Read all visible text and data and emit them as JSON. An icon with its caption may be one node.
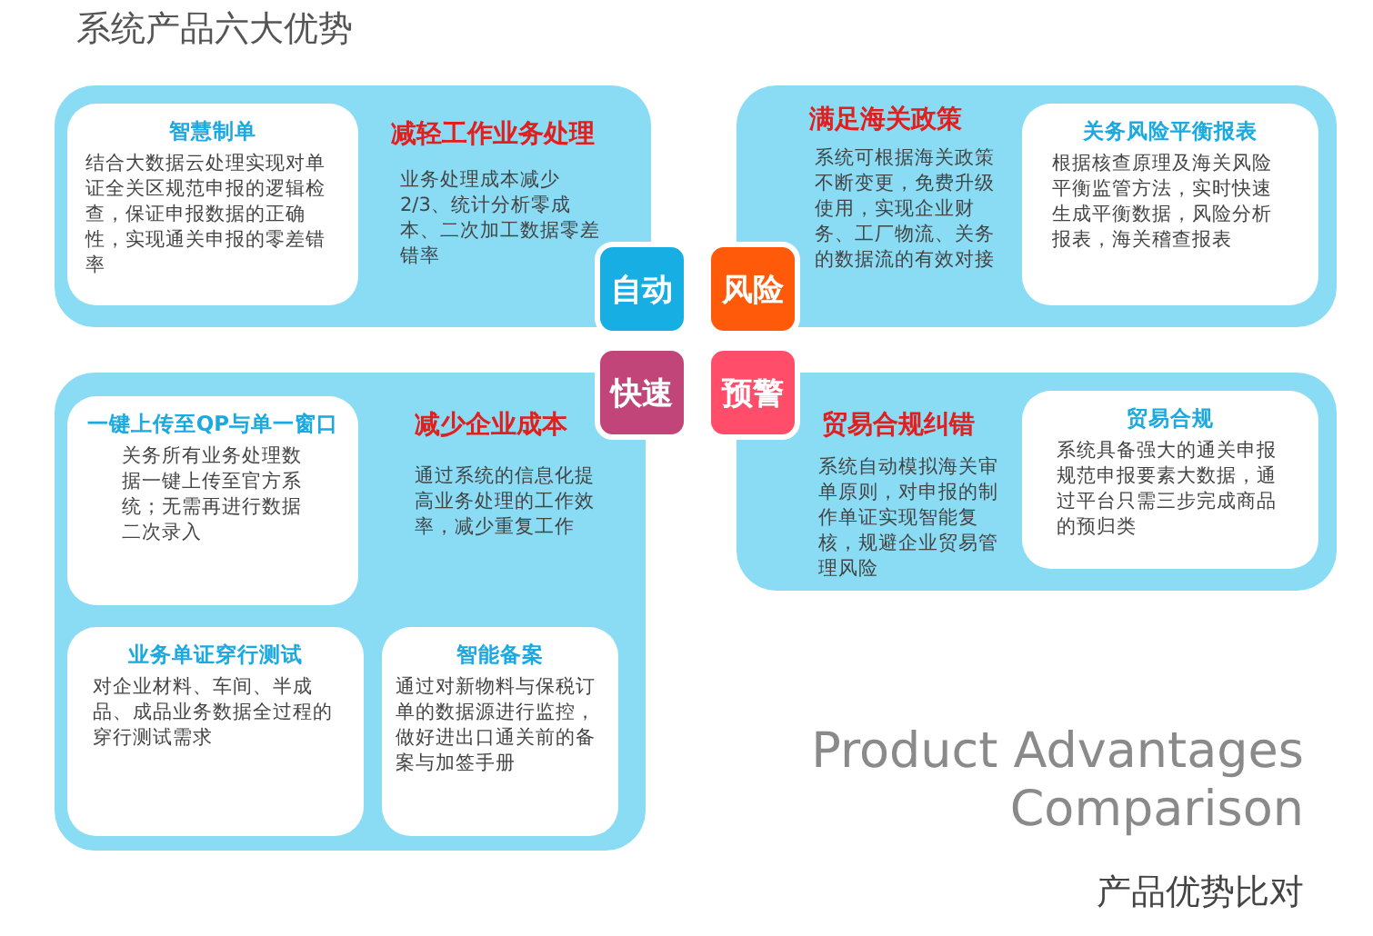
{
  "diagram": {
    "title": "系统产品六大优势",
    "nodes": [
      {
        "text": [
          "减轻工作业务处理",
          "业务处理成本减少2/3、统计分析零成本、二次加工数据零差错率"
        ]
      },
      {
        "text": [
          "智慧制单",
          "结合大数据云处理实现对单证全关区规范申报的逻辑检查，保证申报数据的正确性，实现通关申报的零差错率"
        ],
        "in": 0
      },
      {
        "text": [
          "满足海关政策",
          "系统可根据海关政策不断变更，免费升级使用，实现企业财务、工厂物流、关务的数据流的有效对接"
        ]
      },
      {
        "text": [
          "关务风险平衡报表",
          "根据核查原理及海关风险平衡监管方法，实时快速生成平衡数据，风险分析报表，海关稽查报表"
        ],
        "in": 2
      },
      {
        "text": [
          "减少企业成本",
          "通过系统的信息化提高业务处理的工作效率，减少重复工作"
        ]
      },
      {
        "text": [
          "一键上传至QP与单一窗口",
          "关务所有业务处理数据一键上传至官方系统；无需再进行数据二次录入"
        ],
        "in": 4
      },
      {
        "text": [
          "业务单证穿行测试",
          "对企业材料、车间、半成品、成品业务数据全过程的穿行测试需求"
        ],
        "in": 4
      },
      {
        "text": [
          "智能备案",
          "通过对新物料与保税订单的数据源进行监控，做好进出口通关前的备案与加签手册"
        ],
        "in": 4
      },
      {
        "text": [
          "贸易合规纠错",
          "系统自动模拟海关审单原则，对申报的制作单证实现智能复核，规避企业贸易管理风险"
        ]
      },
      {
        "text": [
          "贸易合规",
          "系统具备强大的通关申报规范申报要素大数据，通过平台只需三步完成商品的预归类"
        ],
        "in": 8
      },
      {
        "text": [
          "自动"
        ]
      },
      {
        "text": [
          "风险"
        ]
      },
      {
        "text": [
          "快速"
        ]
      },
      {
        "text": [
          "预警"
        ]
      }
    ],
    "labels": [
      "Product Advantages Comparison",
      "产品优势比对"
    ]
  }
}
